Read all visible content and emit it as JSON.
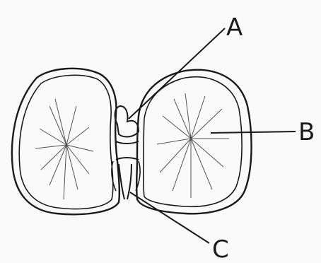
{
  "diagram": {
    "labels": {
      "a": "A",
      "b": "B",
      "c": "C"
    },
    "colors": {
      "ink": "#1a1a1a",
      "paper": "#fafafa"
    }
  }
}
